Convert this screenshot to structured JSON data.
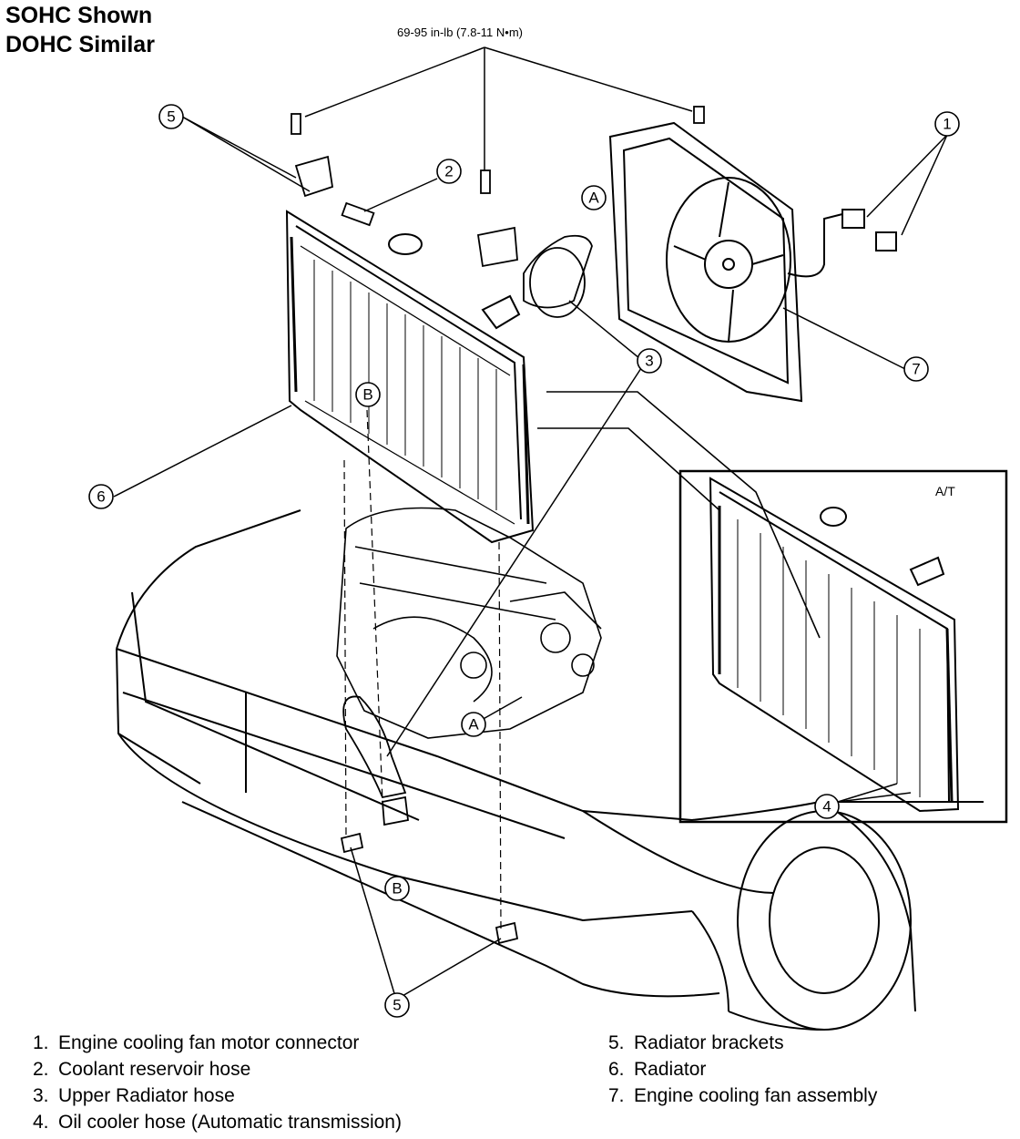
{
  "header": {
    "line1": "SOHC Shown",
    "line2": "DOHC Similar"
  },
  "torque_spec": "69-95 in-lb (7.8-11 N•m)",
  "callouts": {
    "c1": "1",
    "c2": "2",
    "c3": "3",
    "c4": "4",
    "c5a": "5",
    "c5b": "5",
    "c6": "6",
    "c7": "7"
  },
  "letters": {
    "a1": "A",
    "a2": "A",
    "b1": "B",
    "b2": "B"
  },
  "inset": {
    "label": "A/T"
  },
  "legend": {
    "left": [
      {
        "num": "1.",
        "text": "Engine cooling fan motor connector"
      },
      {
        "num": "2.",
        "text": "Coolant reservoir hose"
      },
      {
        "num": "3.",
        "text": "Upper Radiator hose"
      },
      {
        "num": "4.",
        "text": "Oil cooler hose (Automatic transmission)"
      }
    ],
    "right": [
      {
        "num": "5.",
        "text": "Radiator brackets"
      },
      {
        "num": "6.",
        "text": "Radiator"
      },
      {
        "num": "7.",
        "text": "Engine cooling fan assembly"
      }
    ]
  }
}
